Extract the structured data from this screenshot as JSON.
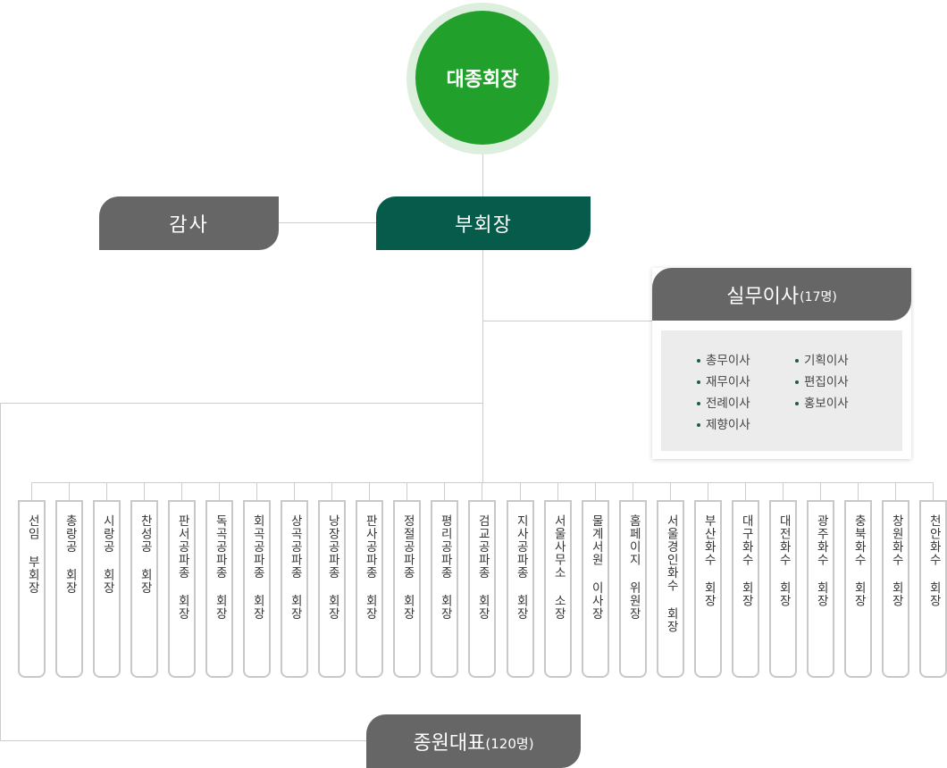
{
  "chairman": {
    "label": "대종회장"
  },
  "auditor": {
    "label": "감사"
  },
  "vice_chairman": {
    "label": "부회장"
  },
  "directors": {
    "label": "실무이사",
    "count": "(17명)",
    "left_items": [
      "총무이사",
      "재무이사",
      "전례이사",
      "제향이사"
    ],
    "right_items": [
      "기획이사",
      "편집이사",
      "홍보이사"
    ]
  },
  "branches": [
    "선임 부회장",
    "총랑공 회장",
    "시랑공 회장",
    "찬성공 회장",
    "판서공파종 회장",
    "독곡공파종 회장",
    "회곡공파종 회장",
    "상곡공파종 회장",
    "낭장공파종 회장",
    "판사공파종 회장",
    "정절공파종 회장",
    "평리공파종 회장",
    "검교공파종 회장",
    "지사공파종 회장",
    "서울사무소 소장",
    "물계서원 이사장",
    "홈페이지 위원장",
    "서울경인화수 회장",
    "부산화수 회장",
    "대구화수 회장",
    "대전화수 회장",
    "광주화수 회장",
    "충북화수 회장",
    "창원화수 회장",
    "천안화수 회장"
  ],
  "representatives": {
    "label": "종원대표",
    "count": "(120명)"
  },
  "colors": {
    "chairman": "#22a02c",
    "chairman_ring": "#dcefdd",
    "vice_chairman": "#065b4a",
    "gray_box": "#666666",
    "line": "#cccccc",
    "leaf_border": "#c8c8c8",
    "bullet": "#1c5b43"
  }
}
